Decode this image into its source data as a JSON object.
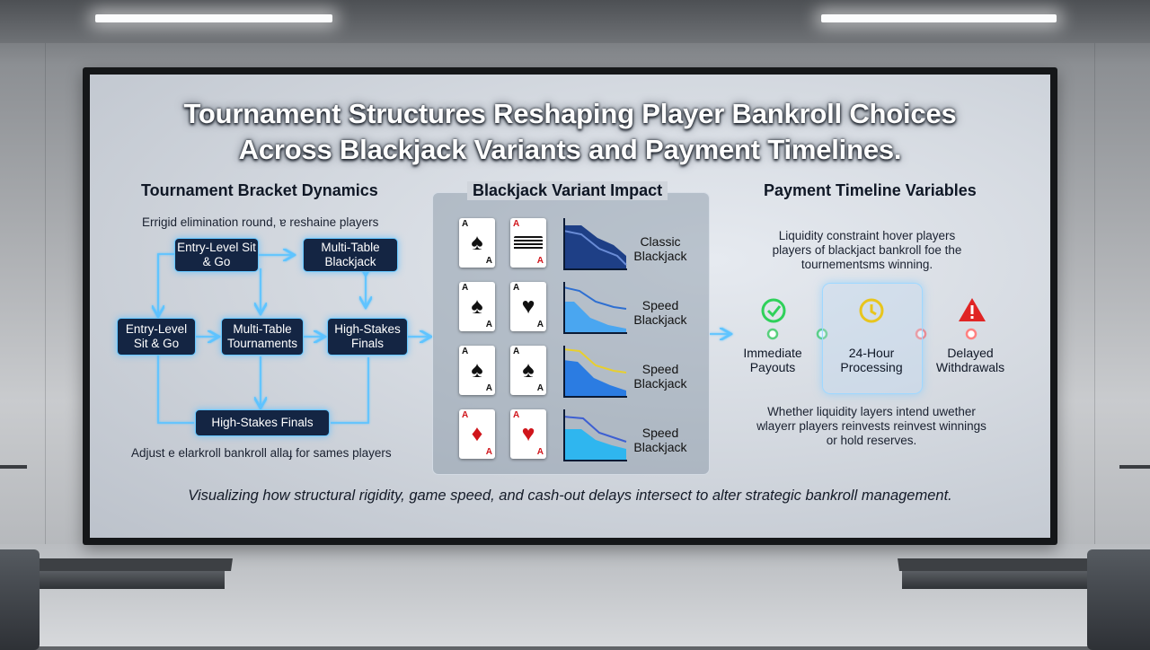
{
  "screen": {
    "title_line1": "Tournament Structures Reshaping Player Bankroll Choices",
    "title_line2": "Across Blackjack Variants and Payment Timelines.",
    "footer": "Visualizing how structural rigidity, game speed, and cash-out delays intersect to alter strategic bankroll management."
  },
  "bracket": {
    "heading": "Tournament Bracket Dynamics",
    "note_top": "Errigid elimination round, ɐ reshaine players",
    "note_bottom": "Adjust e elarkroll bankroll allaɟ for sames players",
    "nodes": {
      "entry_top": "Entry-Level Sit & Go",
      "multi_top": "Multi-Table Blackjack",
      "entry_mid": "Entry-Level Sit & Go",
      "multi_mid": "Multi-Table Tournaments",
      "high_mid": "High-Stakes Finals",
      "high_bottom": "High-Stakes Finals"
    }
  },
  "blackjack": {
    "heading": "Blackjack Variant Impact",
    "rows": [
      {
        "label": "Classic Blackjack",
        "card1": {
          "rank": "A",
          "suit": "♠",
          "color": "#111111"
        },
        "card2": {
          "rank": "A",
          "suit": "",
          "color": "#d0151b"
        }
      },
      {
        "label": "Speed Blackjack",
        "card1": {
          "rank": "A",
          "suit": "♠",
          "color": "#111111"
        },
        "card2": {
          "rank": "A",
          "suit": "♥",
          "color": "#111111"
        }
      },
      {
        "label": "Speed Blackjack",
        "card1": {
          "rank": "A",
          "suit": "♠",
          "color": "#111111"
        },
        "card2": {
          "rank": "A",
          "suit": "♠",
          "color": "#111111"
        }
      },
      {
        "label": "Speed Blackjack",
        "card1": {
          "rank": "A",
          "suit": "♦",
          "color": "#d0151b"
        },
        "card2": {
          "rank": "A",
          "suit": "♥",
          "color": "#d0151b"
        }
      }
    ]
  },
  "payment": {
    "heading": "Payment Timeline Variables",
    "note_top": [
      "Liquidity constraint hover players",
      "players of blackjact bankroll foe the",
      "tournementsms winning."
    ],
    "stages": [
      {
        "label": "Immediate Payouts",
        "icon": "check-circle-icon",
        "color": "#2fd15a"
      },
      {
        "label": "24-Hour Processing",
        "icon": "clock-icon",
        "color": "#e8c51d"
      },
      {
        "label": "Delayed Withdrawals",
        "icon": "warning-icon",
        "color": "#e02424"
      }
    ],
    "note_bottom": [
      "Whether liquidity layers intend uwether",
      "wlayerr players reinvests reinvest winnings",
      "or hold reserves."
    ]
  },
  "colors": {
    "node_fill": "#142543",
    "node_glow": "#66c7ff",
    "timeline_left": "#67c8ff",
    "timeline_right": "#ff6a6a"
  }
}
